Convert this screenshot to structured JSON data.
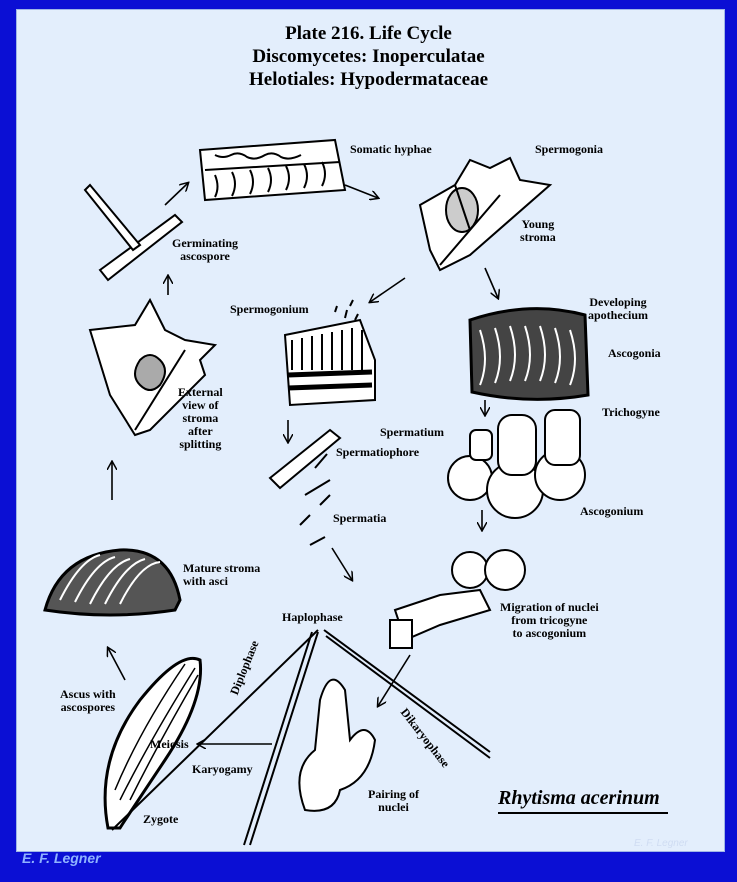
{
  "title": {
    "line1": "Plate 216.  Life Cycle",
    "line2": "Discomycetes: Inoperculatae",
    "line3": "Helotiales: Hypodermataceae"
  },
  "labels": {
    "somatic_hyphae": "Somatic hyphae",
    "spermogonia": "Spermogonia",
    "young_stroma": [
      "Young",
      "stroma"
    ],
    "germinating_ascospore": [
      "Germinating",
      "ascospore"
    ],
    "spermogonium": "Spermogonium",
    "developing_apothecium": [
      "Developing",
      "apothecium"
    ],
    "ascogonia": "Ascogonia",
    "external_view": [
      "External",
      "view of",
      "stroma",
      "after",
      "splitting"
    ],
    "spermatium": "Spermatium",
    "spermatiophore": "Spermatiophore",
    "trichogyne": "Trichogyne",
    "ascogonium": "Ascogonium",
    "spermatia": "Spermatia",
    "mature_stroma": [
      "Mature stroma",
      "with asci"
    ],
    "haplophase": "Haplophase",
    "migration": [
      "Migration of nuclei",
      "from tricogyne",
      "to ascogonium"
    ],
    "ascus_with_ascospores": [
      "Ascus with",
      "ascospores"
    ],
    "meiosis": "Meiosis",
    "diplophase": "Diplophase",
    "dikaryophase": "Dikaryophase",
    "karyogamy": "Karyogamy",
    "zygote": "Zygote",
    "pairing_of_nuclei": [
      "Pairing of",
      "nuclei"
    ]
  },
  "species": "Rhytisma acerinum",
  "author": "E. F. Legner",
  "watermark": "E. F. Legner",
  "colors": {
    "background": "#0b0fd4",
    "panel": "#e3eefc",
    "ink": "#000000",
    "author": "#8fb3ff"
  }
}
